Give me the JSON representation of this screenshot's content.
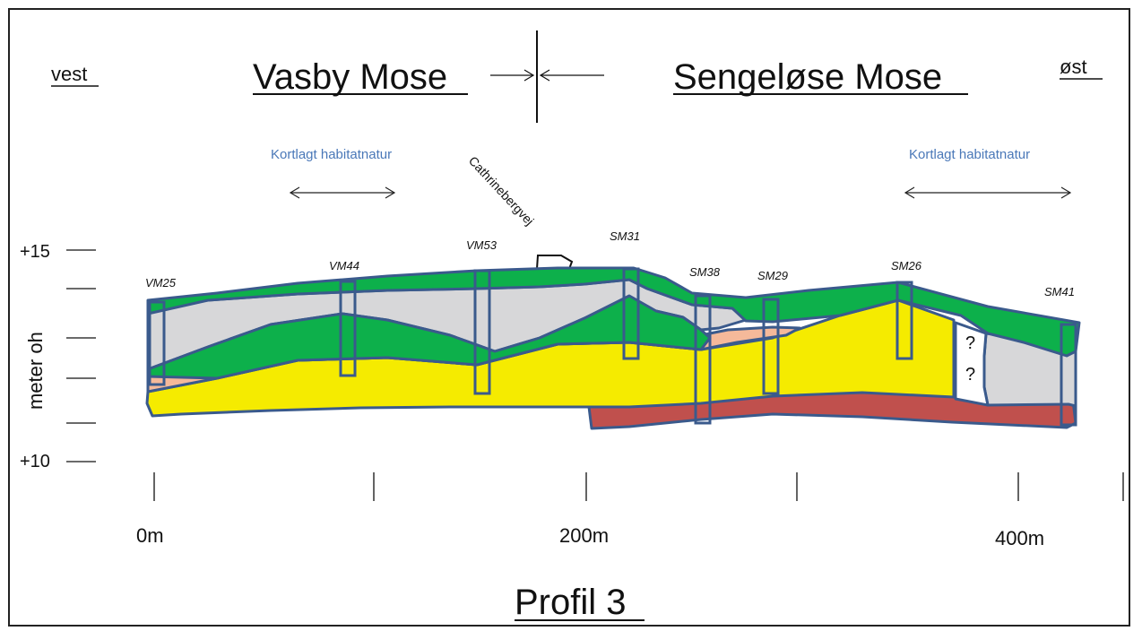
{
  "header": {
    "west_label": "vest",
    "east_label": "øst",
    "left_area": "Vasby Mose",
    "right_area": "Sengeløse Mose"
  },
  "annotations": {
    "habitat_left": "Kortlagt habitatnatur",
    "habitat_right": "Kortlagt habitatnatur",
    "road": "Cathrinebergvej",
    "unknown_1": "?",
    "unknown_2": "?"
  },
  "boreholes": [
    "VM25",
    "VM44",
    "VM53",
    "SM31",
    "SM38",
    "SM29",
    "SM26",
    "SM41"
  ],
  "y_axis": {
    "label": "meter oh",
    "ticks": [
      "+15",
      "+10"
    ]
  },
  "x_axis": {
    "ticks": [
      "0m",
      "200m",
      "400m"
    ]
  },
  "title": "Profil 3",
  "colors": {
    "topsoil": "#0db04b",
    "clay": "#d7d7d9",
    "sand": "#f5b99a",
    "yellow": "#f5eb00",
    "red": "#c0504d",
    "outline": "#3a5a8c",
    "habitat_text": "#4a78b8"
  }
}
